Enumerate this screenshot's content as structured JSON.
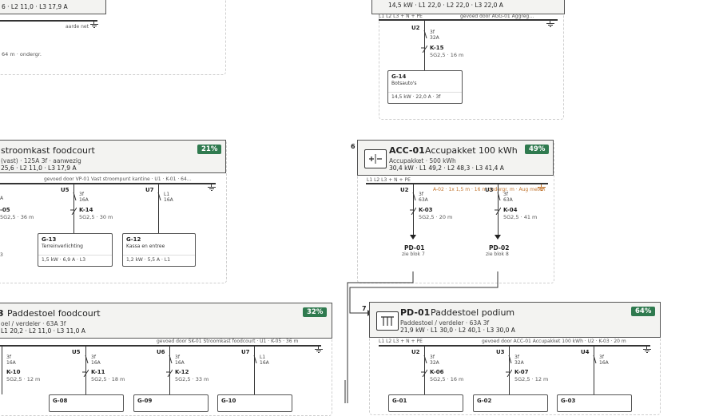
{
  "blocks": {
    "tl": {
      "stat": "6 · L2 11,0 · L3 17,9 A",
      "bus_right": "aarde net",
      "cable": "64 m · ondergr."
    },
    "tr": {
      "stat": "14,5 kW · L1 22,0 · L2 22,0 · L3 22,0 A",
      "bus_left": "L1 L2 L3 + N + PE",
      "bus_right": "gevoed door AGG-01 Aggreg…",
      "u": "U2",
      "rating": [
        "3f",
        "32A"
      ],
      "k": "K-15",
      "cable": "5G2,5 · 16 m",
      "load": {
        "code": "G-14",
        "name": "Botsauto's",
        "stat": "14,5 kW · 22,0 A · 3f"
      }
    },
    "ml": {
      "title": "stroomkast foodcourt",
      "badge": "21%",
      "sub": "(vast) · 125A 3f · aanwezig",
      "stat": "25,6 · L2 11,0 · L3 17,9 A",
      "feed": "gevoed door VP-01 Vast stroompunt kantine · U1 · K-01 · 64…",
      "circuits": [
        {
          "u": "",
          "rating": [],
          "k": "-05",
          "cable": "5G2,5 · 36 m"
        },
        {
          "u": "U5",
          "rating": [
            "3f",
            "16A"
          ],
          "k": "K-14",
          "cable": "5G2,5 · 30 m"
        },
        {
          "u": "U7",
          "rating": [
            "L1",
            "16A"
          ],
          "k": "",
          "cable": ""
        }
      ],
      "leftstub": "3",
      "loads": [
        {
          "code": "G-13",
          "name": "Terreinverlichting",
          "stat": "1,5 kW · 6,9 A · L3"
        },
        {
          "code": "G-12",
          "name": "Kassa en entree",
          "stat": "1,2 kW · 5,5 A · L1"
        }
      ]
    },
    "mr": {
      "num": "6",
      "code": "ACC-01",
      "title": "Accupakket 100 kWh",
      "badge": "49%",
      "sub": "Accupakket · 500 kWh",
      "stat": "30,4 kW · L1 49,2 · L2 48,3 · L3 41,4 A",
      "bus_left": "L1 L2 L3 + N + PE",
      "warn": "A-02 · 1x 1,5 m · 16 m ondergr. m · Aug meten",
      "circuits": [
        {
          "u": "U2",
          "rating": [
            "3f",
            "63A"
          ],
          "k": "K-03",
          "cable": "5G2,5 · 20 m",
          "dest": "PD-01",
          "dest_sub": "zie blok 7"
        },
        {
          "u": "U3",
          "rating": [
            "3f",
            "63A"
          ],
          "k": "K-04",
          "cable": "5G2,5 · 41 m",
          "dest": "PD-02",
          "dest_sub": "zie blok 8"
        }
      ]
    },
    "bl": {
      "title": "Paddestoel foodcourt",
      "code_tail": "3",
      "badge": "32%",
      "sub": "oel / verdeler · 63A 3f",
      "stat": "L1 20,2 · L2 11,0 · L3 11,0 A",
      "feed": "gevoed door SK-01 Stroomkast foodcourt · U1 · K-05 · 36 m",
      "circuits": [
        {
          "u": "",
          "rating": [
            "3f",
            "16A"
          ],
          "k": "K-10",
          "cable": "5G2,5 · 12 m"
        },
        {
          "u": "U5",
          "rating": [
            "3f",
            "16A"
          ],
          "k": "K-11",
          "cable": "5G2,5 · 18 m"
        },
        {
          "u": "U6",
          "rating": [
            "3f",
            "16A"
          ],
          "k": "K-12",
          "cable": "5G2,5 · 33 m"
        },
        {
          "u": "U7",
          "rating": [
            "L1",
            "16A"
          ],
          "k": "",
          "cable": ""
        }
      ],
      "loads": [
        "G-08",
        "G-09",
        "G-10"
      ]
    },
    "br": {
      "num": "7",
      "code": "PD-01",
      "title": "Paddestoel podium",
      "badge": "64%",
      "sub": "Paddestoel / verdeler · 63A 3f",
      "stat": "21,9 kW · L1 30,0 · L2 40,1 · L3 30,0 A",
      "bus_left": "L1 L2 L3 + N + PE",
      "feed": "gevoed door ACC-01 Accupakket 100 kWh · U2 · K-03 · 20 m",
      "circuits": [
        {
          "u": "U2",
          "rating": [
            "3f",
            "32A"
          ],
          "k": "K-06",
          "cable": "5G2,5 · 16 m"
        },
        {
          "u": "U3",
          "rating": [
            "3f",
            "32A"
          ],
          "k": "K-07",
          "cable": "5G2,5 · 12 m"
        },
        {
          "u": "U4",
          "rating": [
            "3f",
            "16A"
          ],
          "k": "",
          "cable": ""
        }
      ],
      "loads": [
        "G-01",
        "G-02",
        "G-03"
      ]
    }
  }
}
